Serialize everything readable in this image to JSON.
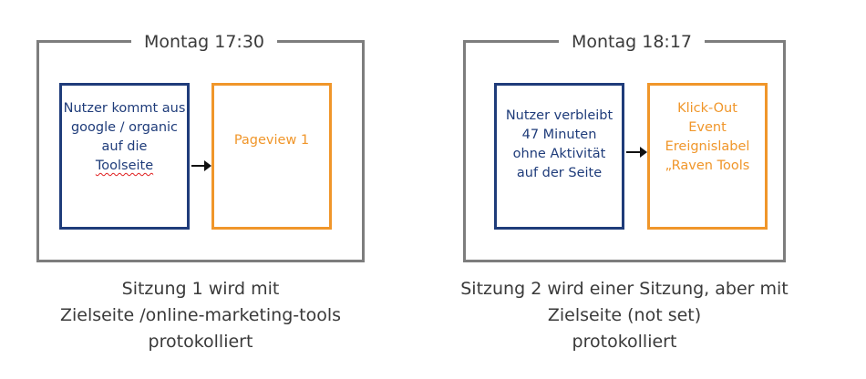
{
  "left": {
    "time": "Montag 17:30",
    "box_blue": [
      "Nutzer kommt aus",
      "google / organic",
      "auf die",
      "Toolseite"
    ],
    "box_orange": [
      "Pageview 1"
    ],
    "caption": [
      "Sitzung 1 wird mit",
      "Zielseite /online-marketing-tools",
      "protokolliert"
    ]
  },
  "right": {
    "time": "Montag 18:17",
    "box_blue": [
      "Nutzer verbleibt",
      "47 Minuten",
      "ohne Aktivität",
      "auf der Seite"
    ],
    "box_orange": [
      "Klick-Out",
      "Event",
      "Ereignislabel",
      "„Raven Tools"
    ],
    "caption": [
      "Sitzung 2 wird einer Sitzung, aber mit",
      "Zielseite (not set)",
      "protokolliert"
    ]
  },
  "colors": {
    "frame": "#7d7d7d",
    "blue": "#1f3c7a",
    "orange": "#f0962a",
    "arrow": "#111111"
  }
}
